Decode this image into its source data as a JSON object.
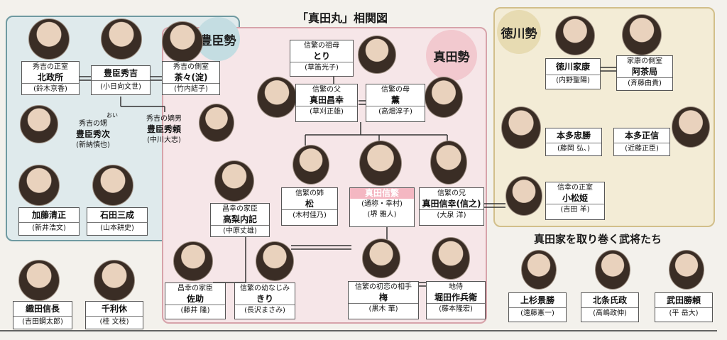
{
  "title": "「真田丸」相関図",
  "sections": {
    "toyotomi": "豊臣勢",
    "sanada": "真田勢",
    "tokugawa": "徳川勢",
    "others": "真田家を取り巻く武将たち"
  },
  "people": {
    "kitanomandokoro": {
      "role": "秀吉の正室",
      "name": "北政所",
      "actor": "(鈴木京香)"
    },
    "hideyoshi": {
      "role": "",
      "name": "豊臣秀吉",
      "actor": "(小日向文世)"
    },
    "chacha": {
      "role": "秀吉の側室",
      "name": "茶々(淀)",
      "actor": "(竹内結子)"
    },
    "hidetsugu": {
      "role": "秀吉の甥",
      "name": "豊臣秀次",
      "actor": "(新納慎也)",
      "ruby": "おい"
    },
    "hideyori": {
      "role": "秀吉の嫡男",
      "name": "豊臣秀頼",
      "actor": "(中川大志)"
    },
    "kiyomasa": {
      "role": "",
      "name": "加藤清正",
      "actor": "(新井浩文)"
    },
    "mitsunari": {
      "role": "",
      "name": "石田三成",
      "actor": "(山本耕史)"
    },
    "nobunaga": {
      "role": "",
      "name": "織田信長",
      "actor": "(吉田鋼太郎)"
    },
    "rikyu": {
      "role": "",
      "name": "千利休",
      "actor": "(桂 文枝)"
    },
    "tori": {
      "role": "信繁の祖母",
      "name": "とり",
      "actor": "(草笛光子)"
    },
    "masayuki": {
      "role": "信繁の父",
      "name": "真田昌幸",
      "actor": "(草刈正雄)"
    },
    "kaoru": {
      "role": "信繁の母",
      "name": "薫",
      "actor": "(高畑淳子)"
    },
    "matsu": {
      "role": "信繁の姉",
      "name": "松",
      "actor": "(木村佳乃)"
    },
    "nobushige": {
      "role": "",
      "name": "真田信繁",
      "sub": "(通称・幸村)",
      "actor": "(堺 雅人)"
    },
    "nobuyuki": {
      "role": "信繁の兄",
      "name": "真田信幸(信之)",
      "actor": "(大泉 洋)"
    },
    "naiki": {
      "role": "昌幸の家臣",
      "name": "高梨内記",
      "actor": "(中原丈雄)"
    },
    "sasuke": {
      "role": "昌幸の家臣",
      "name": "佐助",
      "actor": "(藤井 隆)"
    },
    "kiri": {
      "role": "信繁の幼なじみ",
      "name": "きり",
      "actor": "(長沢まさみ)"
    },
    "ume": {
      "role": "信繁の初恋の相手",
      "name": "梅",
      "actor": "(黒木 華)"
    },
    "sakubei": {
      "role": "地侍",
      "name": "堀田作兵衛",
      "actor": "(藤本隆宏)"
    },
    "ieyasu": {
      "role": "",
      "name": "徳川家康",
      "actor": "(内野聖陽)"
    },
    "achanotsubone": {
      "role": "家康の側室",
      "name": "阿茶局",
      "actor": "(斉藤由貴)"
    },
    "tadakatsu": {
      "role": "",
      "name": "本多忠勝",
      "actor": "(藤岡 弘、)"
    },
    "masanobu": {
      "role": "",
      "name": "本多正信",
      "actor": "(近藤正臣)"
    },
    "komatsuhime": {
      "role": "信幸の正室",
      "name": "小松姫",
      "actor": "(吉田 羊)"
    },
    "kagekatsu": {
      "role": "",
      "name": "上杉景勝",
      "actor": "(遠藤憲一)"
    },
    "ujimasa": {
      "role": "",
      "name": "北条氏政",
      "actor": "(高嶋政伸)"
    },
    "katsuyori": {
      "role": "",
      "name": "武田勝頼",
      "actor": "(平 岳大)"
    }
  },
  "icon_names": [
    "portrait-photo",
    "faction-stamp"
  ]
}
